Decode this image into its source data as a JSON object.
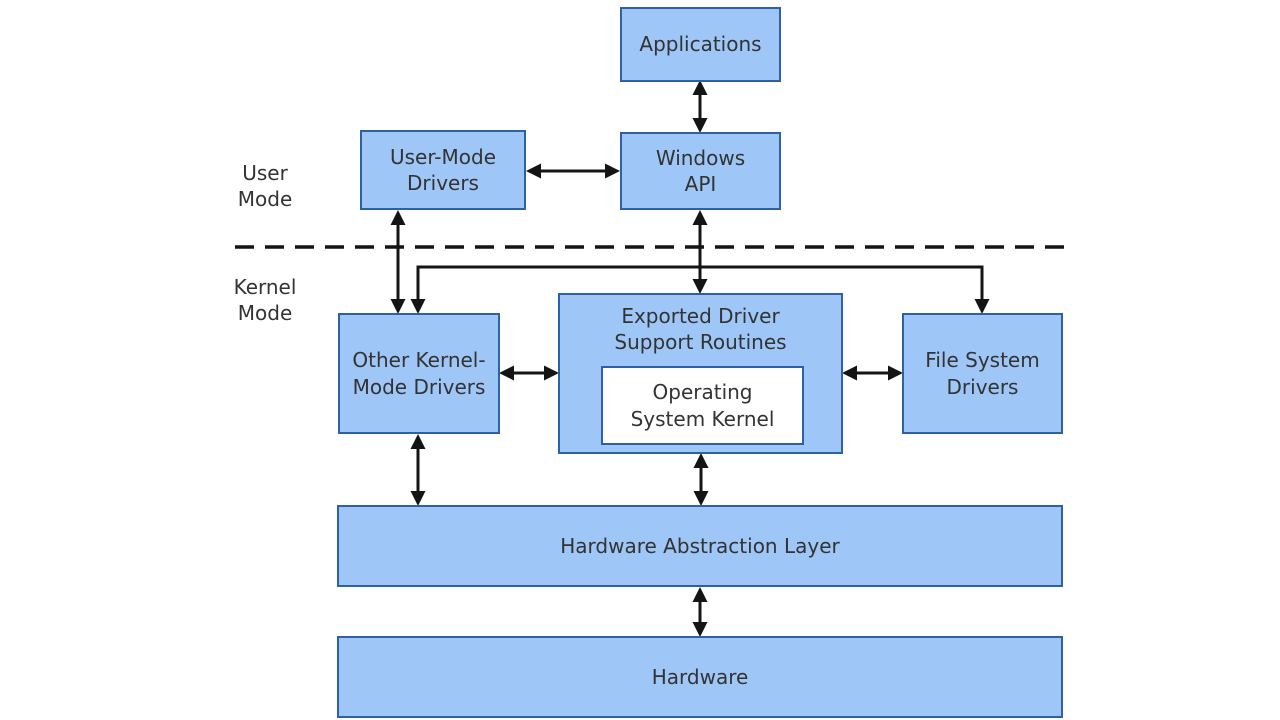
{
  "diagram": {
    "title": "Windows driver architecture diagram",
    "mode_labels": {
      "user_mode": "User Mode",
      "kernel_mode": "Kernel Mode"
    },
    "nodes": {
      "applications": "Applications",
      "user_mode_drivers": "User-Mode Drivers",
      "windows_api": "Windows API",
      "other_kernel_mode_drivers": "Other Kernel-Mode Drivers",
      "exported_driver_support_routines": "Exported Driver Support Routines",
      "operating_system_kernel": "Operating System Kernel",
      "file_system_drivers": "File System Drivers",
      "hardware_abstraction_layer": "Hardware Abstraction Layer",
      "hardware": "Hardware"
    },
    "edges": [
      {
        "from": "applications",
        "to": "windows_api",
        "type": "bidirectional"
      },
      {
        "from": "user_mode_drivers",
        "to": "windows_api",
        "type": "bidirectional"
      },
      {
        "from": "user_mode_drivers",
        "to": "other_kernel_mode_drivers",
        "type": "bidirectional"
      },
      {
        "from": "windows_api",
        "to": "exported_driver_support_routines",
        "type": "bidirectional"
      },
      {
        "from": "windows_api",
        "to": "other_kernel_mode_drivers",
        "type": "directed"
      },
      {
        "from": "windows_api",
        "to": "file_system_drivers",
        "type": "directed"
      },
      {
        "from": "other_kernel_mode_drivers",
        "to": "exported_driver_support_routines",
        "type": "bidirectional"
      },
      {
        "from": "exported_driver_support_routines",
        "to": "file_system_drivers",
        "type": "bidirectional"
      },
      {
        "from": "other_kernel_mode_drivers",
        "to": "hardware_abstraction_layer",
        "type": "bidirectional"
      },
      {
        "from": "exported_driver_support_routines",
        "to": "hardware_abstraction_layer",
        "type": "bidirectional"
      },
      {
        "from": "hardware_abstraction_layer",
        "to": "hardware",
        "type": "bidirectional"
      }
    ],
    "divider": {
      "style": "dashed",
      "separates": [
        "User Mode",
        "Kernel Mode"
      ]
    },
    "colors": {
      "box_fill": "#9EC6F7",
      "box_border": "#2F5FA5",
      "inner_box_fill": "#FFFFFF",
      "line": "#141414",
      "text": "#333333",
      "background": "#FFFFFF"
    }
  }
}
